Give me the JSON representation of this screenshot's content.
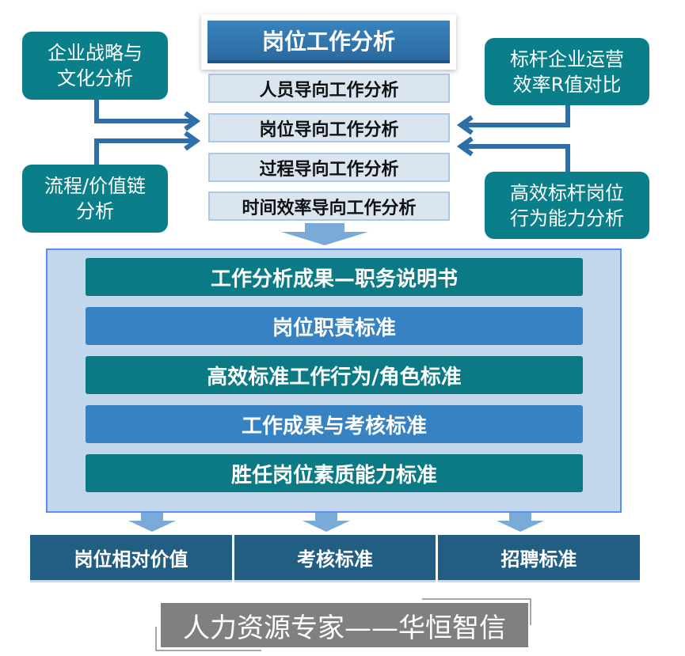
{
  "title": "岗位工作分析",
  "methods": [
    "人员导向工作分析",
    "岗位导向工作分析",
    "过程导向工作分析",
    "时间效率导向工作分析"
  ],
  "inputs_left": [
    "企业战略与\n文化分析",
    "流程/价值链\n分析"
  ],
  "inputs_right": [
    "标杆企业运营\n效率R值对比",
    "高效标杆岗位\n行为能力分析"
  ],
  "results": [
    "工作分析成果—职务说明书",
    "岗位职责标准",
    "高效标准工作行为/角色标准",
    "工作成果与考核标准",
    "胜任岗位素质能力标准"
  ],
  "applications": [
    "岗位相对价值",
    "考核标准",
    "招聘标准"
  ],
  "footer": "人力资源专家——华恒智信"
}
